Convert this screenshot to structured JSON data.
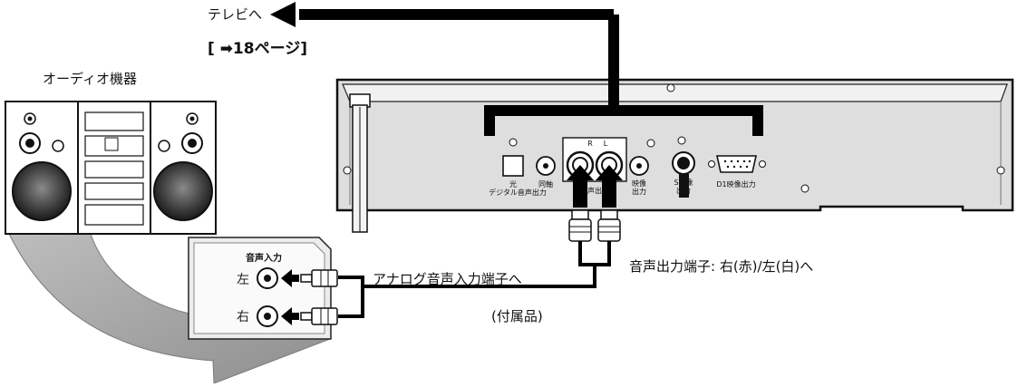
{
  "labels": {
    "to_tv": "テレビへ",
    "page_ref": "[ ➡18ページ]",
    "audio_equipment": "オーディオ機器",
    "audio_out_terminals": "音声出力端子: 右(赤)/左(白)へ",
    "analog_audio_in": "アナログ音声入力端子へ",
    "supplied": "(付属品)"
  },
  "receiver_panel": {
    "title": "音声入力",
    "left": "左",
    "right": "右"
  },
  "recorder_panel": {
    "optical": "光",
    "digital_audio_out": "デジタル音声出力",
    "coaxial": "同軸",
    "audio_out": "音声出力",
    "channel_r": "R",
    "channel_l": "L",
    "video_out_1": "映像",
    "video_out_2": "出力",
    "s_video_1": "S映像",
    "s_video_2": "出力",
    "d1_video_out": "D1映像出力"
  },
  "colors": {
    "swoosh": "#a9a9a9",
    "panel_fill": "#e8e8e8",
    "device_body": "#dcdcdc",
    "cable": "#000000"
  }
}
